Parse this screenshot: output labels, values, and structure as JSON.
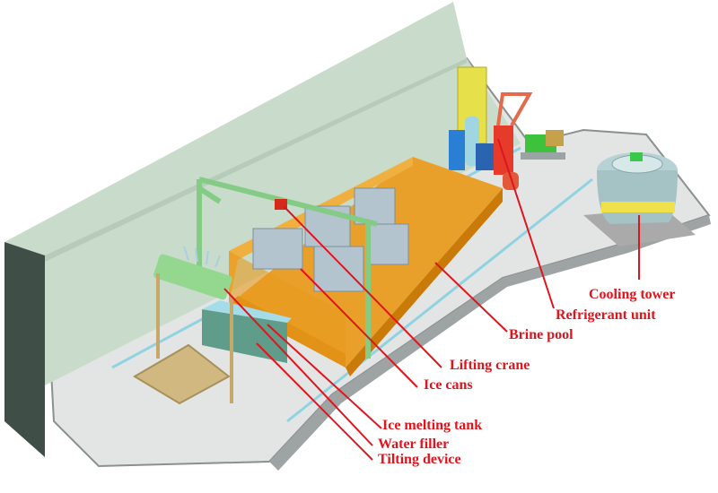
{
  "figure": {
    "type": "3D plant layout illustration",
    "subject": "Ice-making plant with brine pool"
  },
  "labels": {
    "cooling_tower": "Cooling tower",
    "refrigerant_unit": "Refrigerant unit",
    "brine_pool": "Brine pool",
    "lifting_crane": "Lifting crane",
    "ice_cans": "Ice cans",
    "ice_melting_tank": "Ice melting tank",
    "water_filler": "Water filler",
    "tilting_device": "Tilting device"
  },
  "colors": {
    "label_text": "#e0141c",
    "leader_line": "#e0141c",
    "wall": "#c9dccb",
    "wall_end": "#3f4f48",
    "floor": "#e2e4e4",
    "brine_pool": "#e89a1c",
    "crane": "#8fd68a",
    "ice_cans": "#a9b9c4",
    "cooling_tower": "#a9c6c8",
    "pallet": "#c9b078"
  }
}
